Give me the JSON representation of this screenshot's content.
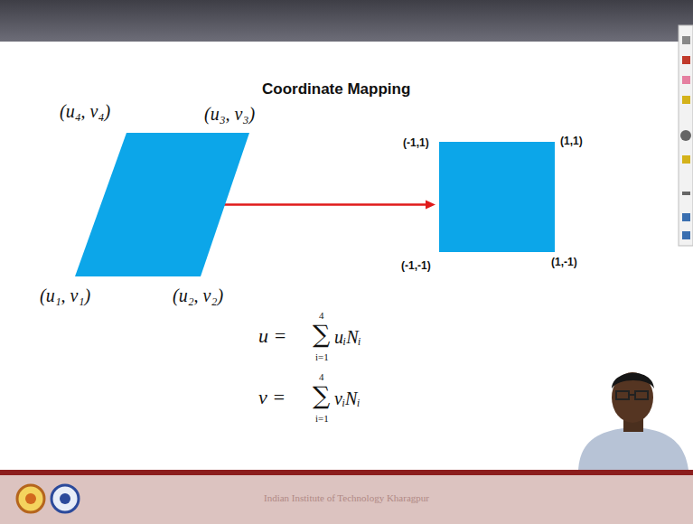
{
  "diagram": {
    "title": "Coordinate Mapping",
    "nodes": [
      {
        "text": [
          "(u₄, v₄)",
          "(u₃, v₃)",
          "(u₁, v₁)",
          "(u₂, v₂)"
        ]
      },
      {
        "text": [
          "(-1,1)",
          "(1,1)",
          "(-1,-1)",
          "(1,-1)"
        ]
      }
    ],
    "edges": [
      {
        "from": 0,
        "to": 1,
        "arrow": "to"
      }
    ],
    "labels": [
      "u =",
      "4",
      "∑",
      "i=1",
      "uᵢNᵢ",
      "v =",
      "4",
      "∑",
      "i=1",
      "vᵢNᵢ",
      "Indian Institute of Technology Kharagpur"
    ]
  }
}
